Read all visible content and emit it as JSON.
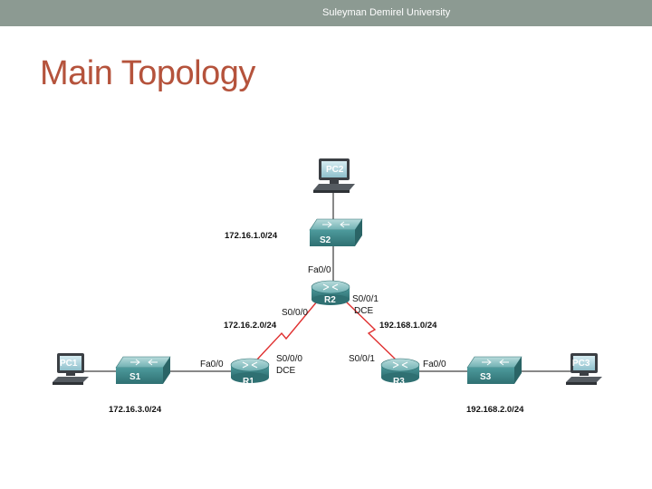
{
  "header": {
    "institution": "Suleyman Demirel University"
  },
  "slide": {
    "title": "Main Topology"
  },
  "devices": {
    "pc1": "PC1",
    "pc2": "PC2",
    "pc3": "PC3",
    "s1": "S1",
    "s2": "S2",
    "s3": "S3",
    "r1": "R1",
    "r2": "R2",
    "r3": "R3"
  },
  "interfaces": {
    "r2_fa": "Fa0/0",
    "r2_s000": "S0/0/0",
    "r2_s001": "S0/0/1",
    "r2_dce": "DCE",
    "r1_fa": "Fa0/0",
    "r1_s000": "S0/0/0",
    "r1_dce": "DCE",
    "r3_s001": "S0/0/1",
    "r3_fa": "Fa0/0"
  },
  "networks": {
    "n_s2_lan": "172.16.1.0/24",
    "n_r1_r2": "172.16.2.0/24",
    "n_r2_r3": "192.168.1.0/24",
    "n_s1_lan": "172.16.3.0/24",
    "n_s3_lan": "192.168.2.0/24"
  },
  "colors": {
    "header": "#8c9a92",
    "title": "#b5533c",
    "serial_link": "#e03030",
    "device_teal": "#3f8a8c"
  }
}
